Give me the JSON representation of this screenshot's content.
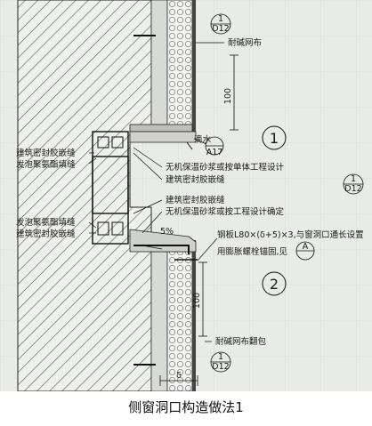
{
  "labels": {
    "mesh_top": "耐碱网布",
    "seal_a": "建筑密封胶嵌缝",
    "foam_a": "发泡聚氨酯填缝",
    "mortar_a": "无机保温砂浆或按单体工程设计",
    "seal_b": "建筑密封胶嵌缝",
    "foam_b": "发泡聚氨酯填缝",
    "seal_c": "建筑密封胶嵌缝",
    "mortar_b": "无机保温砂浆或按工程设计确定",
    "steel_1": "钢板L80×(δ+5)×3,与窗洞口通长设置",
    "steel_2": "用膨胀螺栓锚固,见",
    "seal_d": "建筑密封胶嵌缝",
    "mesh_wrap": "耐碱网布翻包",
    "drip": "滴水",
    "slope": "5%",
    "dim_100_top": "100",
    "dim_100_bottom": "100",
    "dim_delta": "δ"
  },
  "callouts": {
    "top_num": "1",
    "top_ref": "D12",
    "drip_num": "",
    "drip_ref": "A17",
    "mid_num": "",
    "mid_ref": "A",
    "bottom_num": "1",
    "bottom_ref": "D12",
    "right_num": "1",
    "right_ref": "D12"
  },
  "section_marks": {
    "one": "1",
    "two": "2"
  },
  "caption": "侧窗洞口构造做法1"
}
